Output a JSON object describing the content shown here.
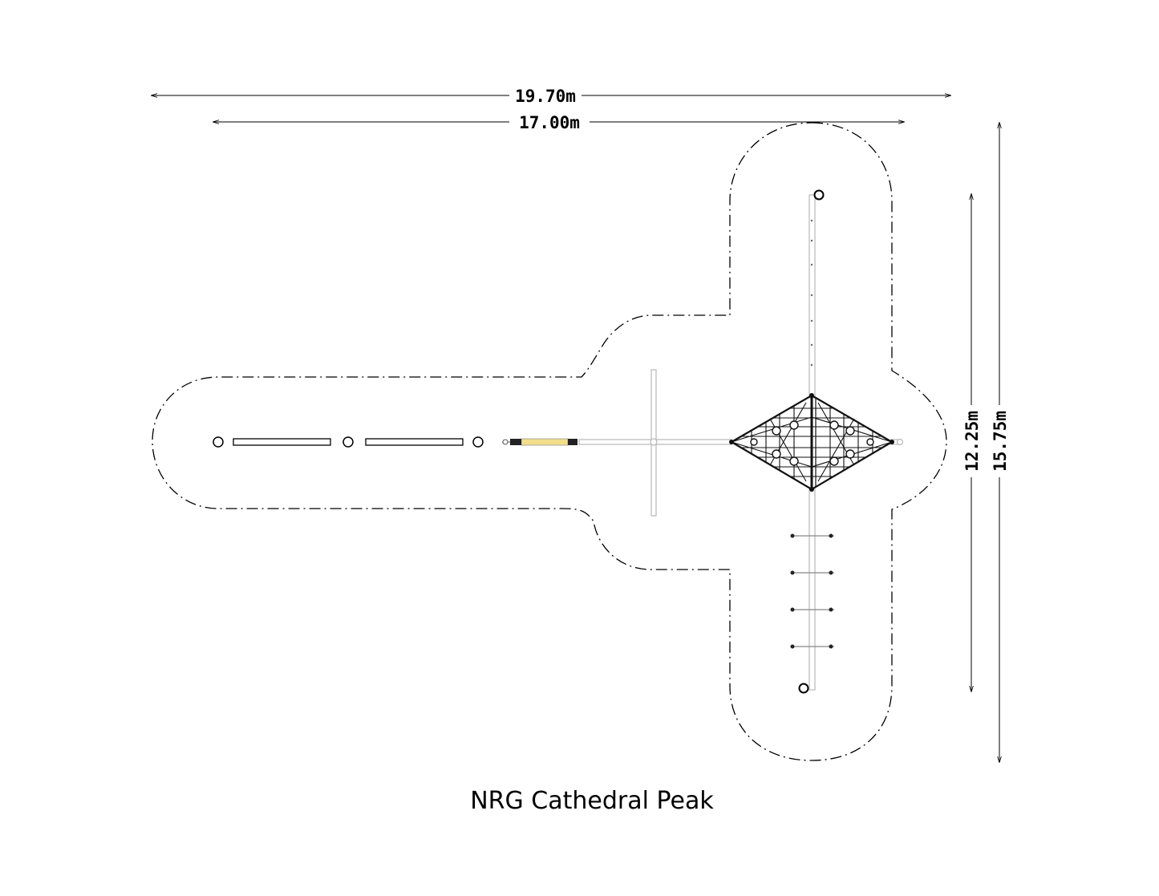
{
  "drawing": {
    "title": "NRG Cathedral Peak",
    "dimensions": {
      "overall_width": "19.70m",
      "equipment_width": "17.00m",
      "equipment_height": "12.25m",
      "overall_height": "15.75m"
    },
    "colors": {
      "line": "#000000",
      "equipment": "#b8b8b8",
      "rope": "#f2de8a",
      "net": "#111111"
    }
  }
}
